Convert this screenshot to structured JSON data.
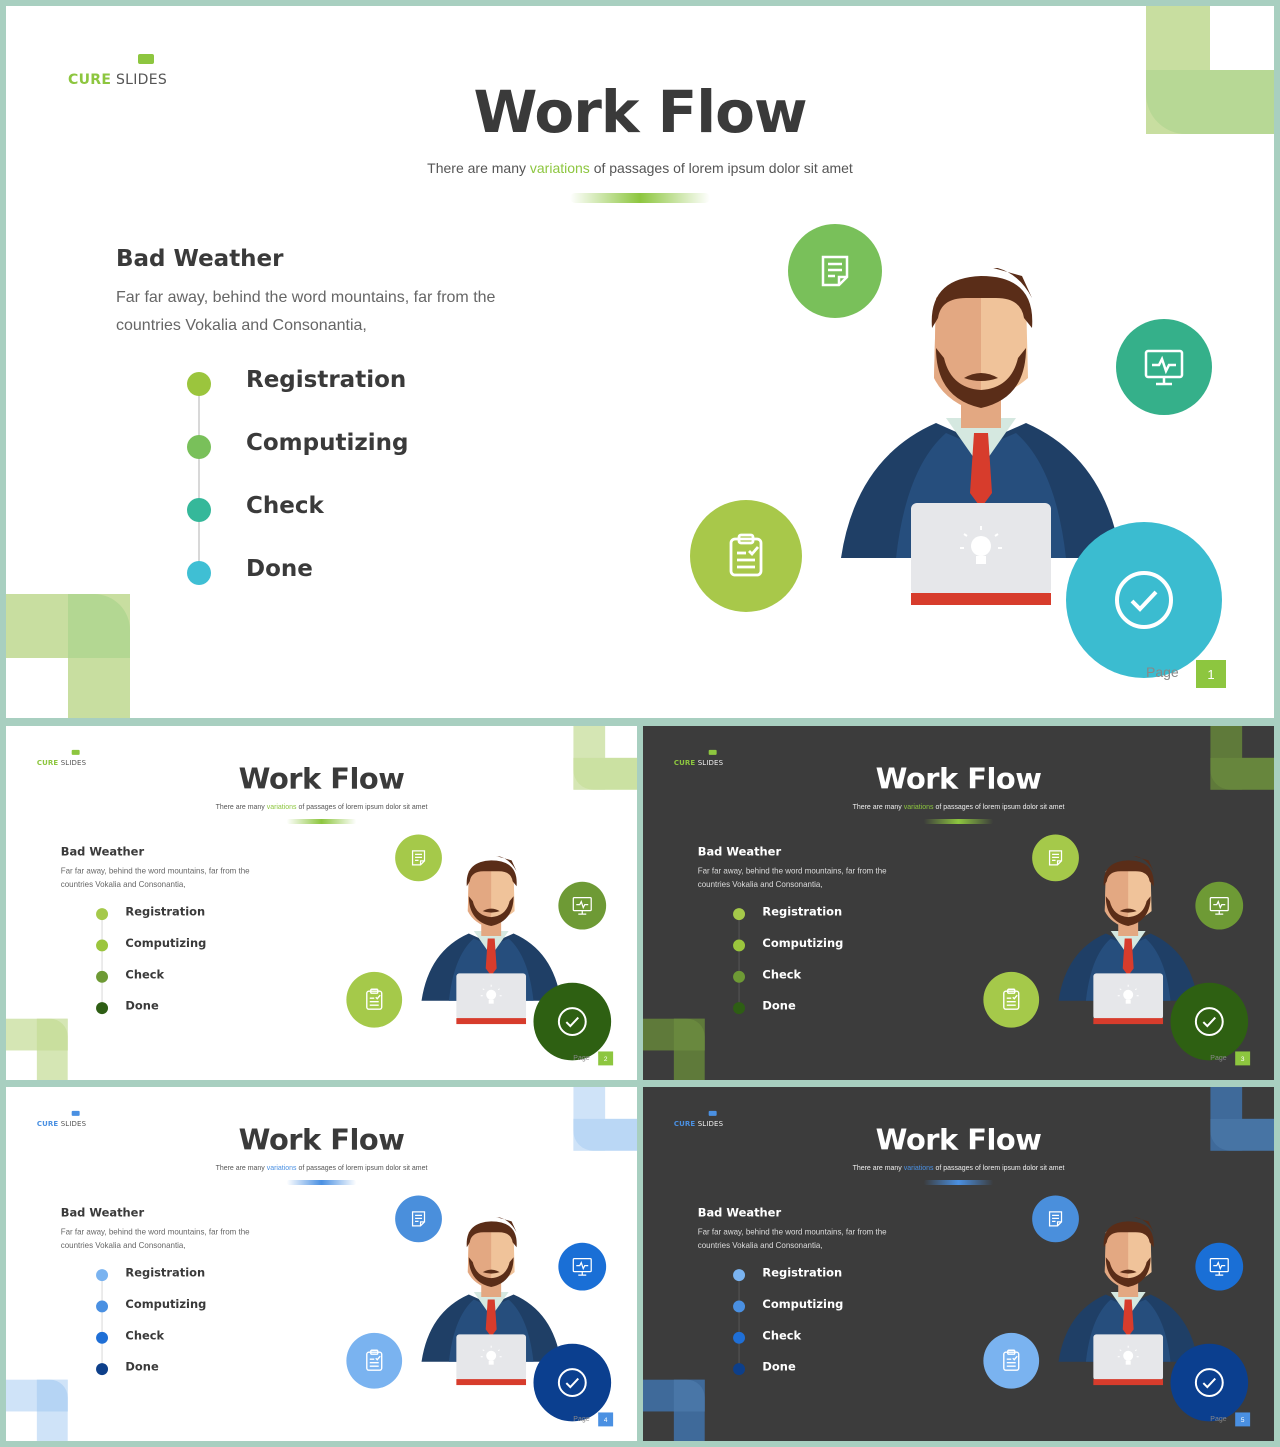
{
  "logo": {
    "cure": "CURE",
    "slides": "SLIDES"
  },
  "title": "Work Flow",
  "subtitle": {
    "before": "There are many ",
    "highlight": "variations",
    "after": " of passages of lorem ipsum dolor sit amet"
  },
  "heading": "Bad Weather",
  "description": "Far far away, behind the word mountains, far from the countries Vokalia and Consonantia,",
  "items": [
    "Registration",
    "Computizing",
    "Check",
    "Done"
  ],
  "page_label": "Page",
  "icons": [
    "note-icon",
    "monitor-pulse-icon",
    "clipboard-check-icon",
    "checkmark-icon"
  ],
  "slides": [
    {
      "theme": "white",
      "page": "1",
      "accent": "#8dc63f",
      "dots": [
        "#9bc53d",
        "#79c05a",
        "#35b89a",
        "#3fbfd4"
      ],
      "circles": [
        "#79c05a",
        "#35b08a",
        "#a8c84a",
        "#3bbcd0"
      ],
      "deco": [
        "#c8dea0",
        "#a9d48c"
      ]
    },
    {
      "theme": "white",
      "page": "2",
      "accent": "#8dc63f",
      "dots": [
        "#a5c94a",
        "#9bc53d",
        "#6e9a35",
        "#2e5e14"
      ],
      "circles": [
        "#a5c94a",
        "#6e9a35",
        "#a5c94a",
        "#2e6012"
      ],
      "deco": [
        "#d5e6b4",
        "#c3dc94"
      ]
    },
    {
      "theme": "dark",
      "page": "3",
      "accent": "#8dc63f",
      "dots": [
        "#a5c94a",
        "#9bc53d",
        "#6e9a35",
        "#2e5e14"
      ],
      "circles": [
        "#a5c94a",
        "#6e9a35",
        "#a5c94a",
        "#2e6012"
      ],
      "deco": [
        "#5f7a3a",
        "#6e8f40"
      ]
    },
    {
      "theme": "white",
      "page": "4",
      "accent": "#4a90e2",
      "dots": [
        "#7ab3f0",
        "#4a90e2",
        "#1f6fd6",
        "#0d3f8a"
      ],
      "circles": [
        "#4a8fdc",
        "#1a6fd6",
        "#7ab3f0",
        "#0b3f8f"
      ],
      "deco": [
        "#cfe3f8",
        "#a9cdf2"
      ]
    },
    {
      "theme": "dark",
      "page": "5",
      "accent": "#4a90e2",
      "dots": [
        "#7ab3f0",
        "#4a90e2",
        "#1f6fd6",
        "#0d3f8a"
      ],
      "circles": [
        "#4a8fdc",
        "#1a6fd6",
        "#7ab3f0",
        "#0b3f8f"
      ],
      "deco": [
        "#3f6a9a",
        "#4f7cad"
      ]
    }
  ]
}
